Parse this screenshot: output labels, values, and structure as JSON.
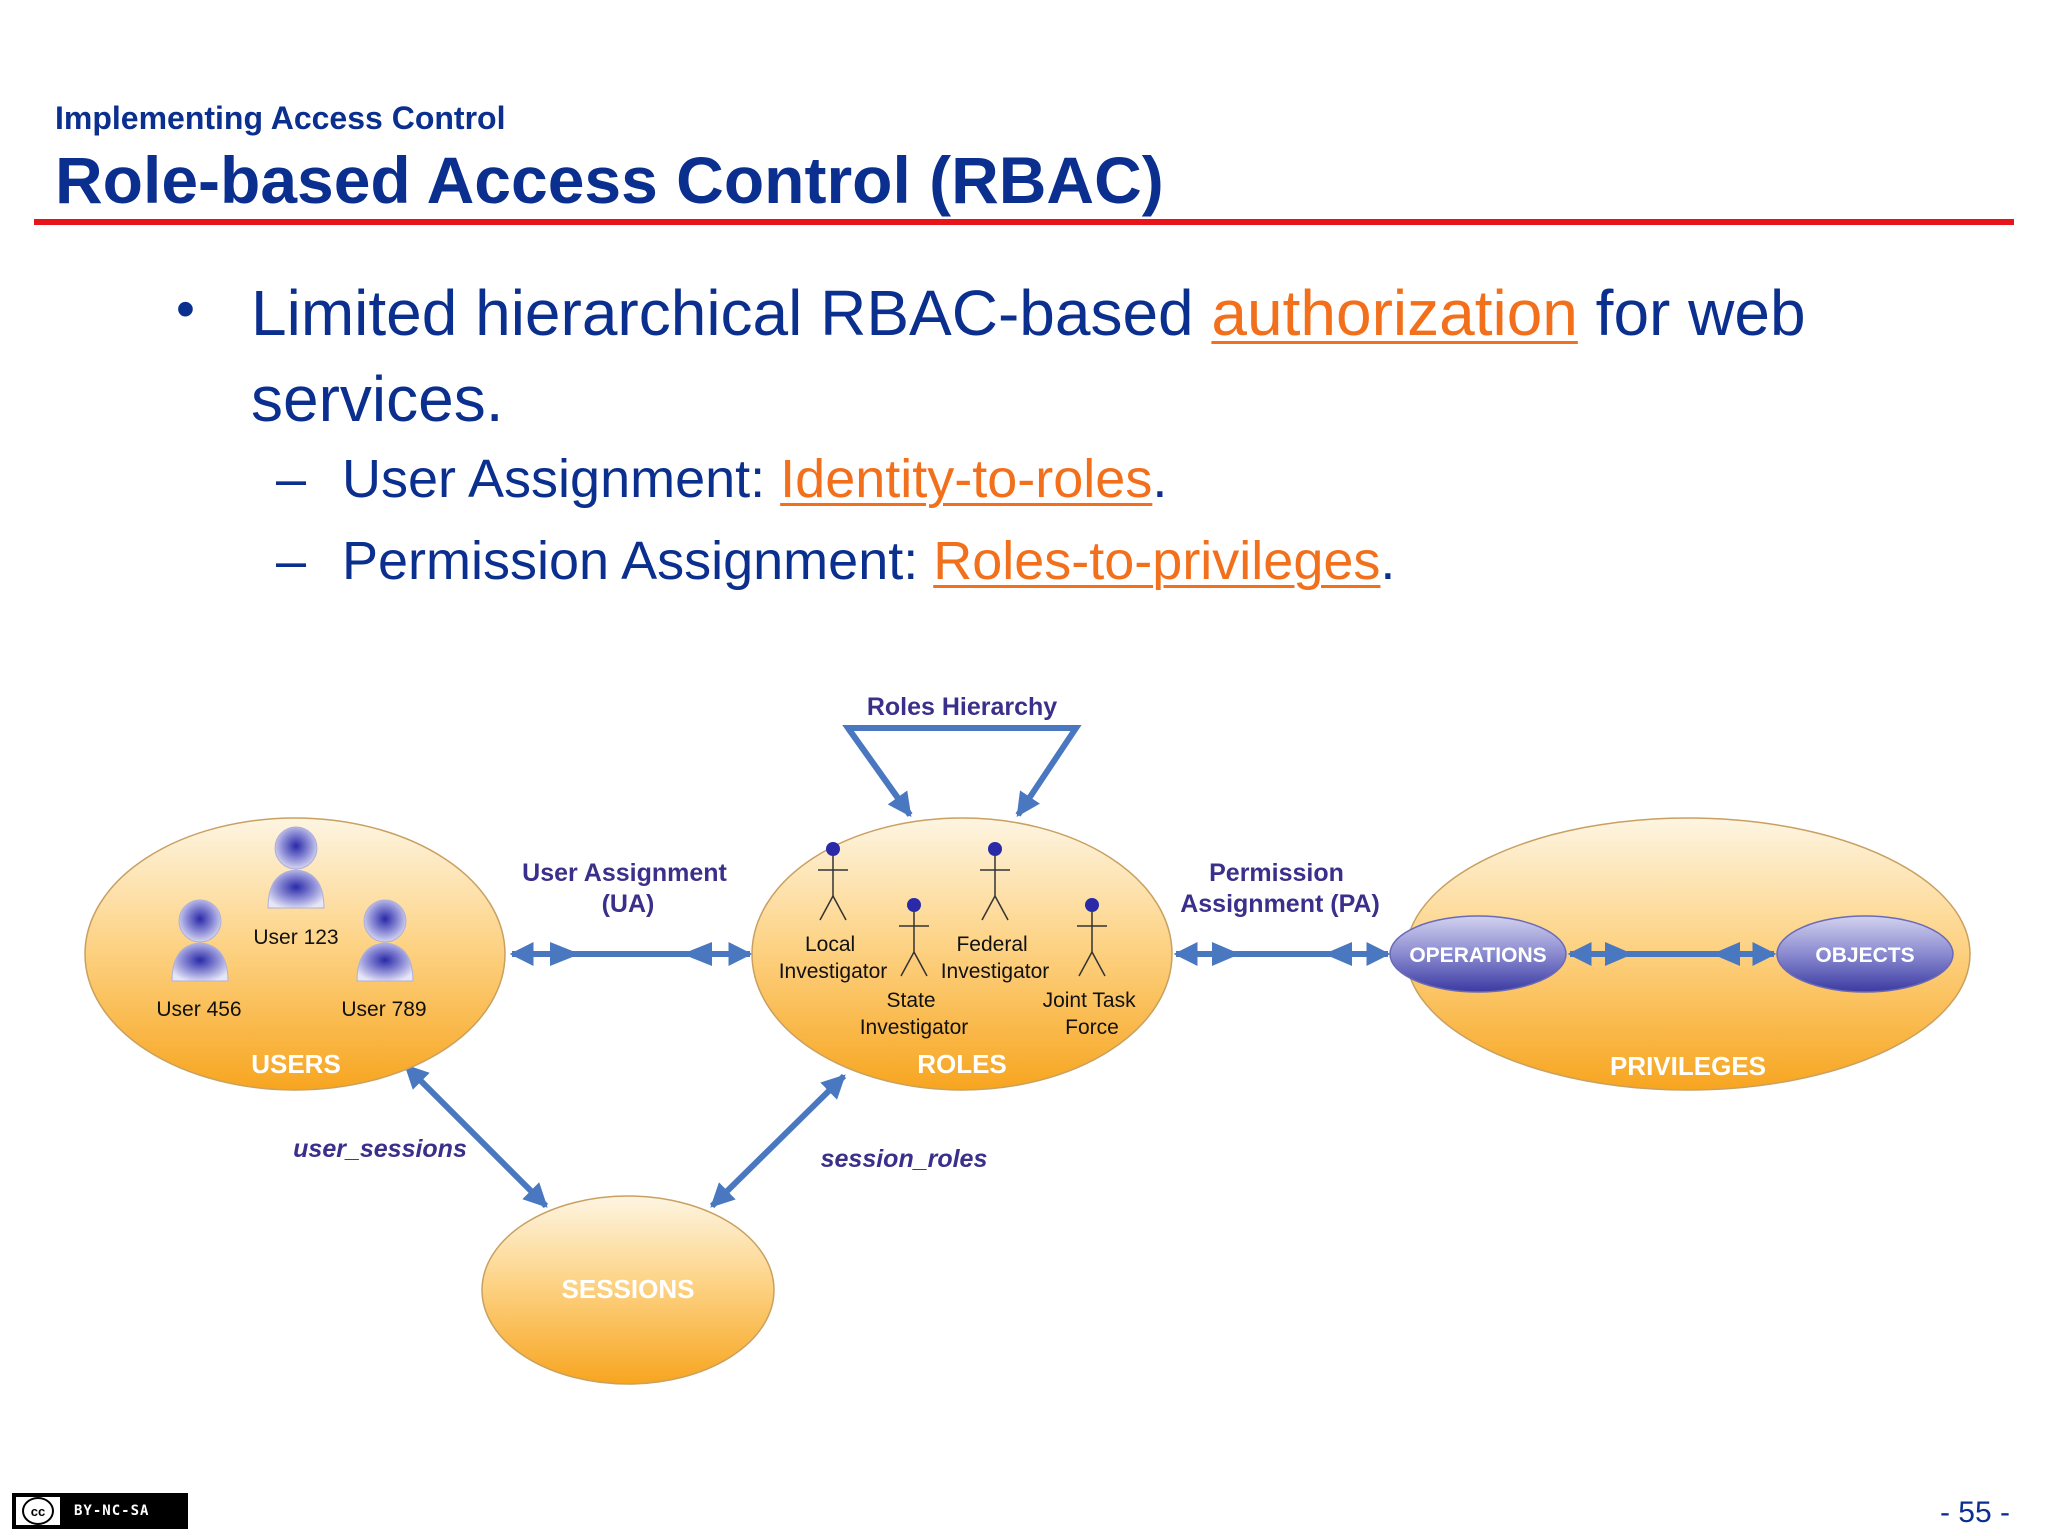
{
  "header": {
    "subtitle": "Implementing Access Control",
    "title": "Role-based Access Control (RBAC)"
  },
  "bullet": {
    "mark": "•",
    "text_before": "Limited hierarchical RBAC-based ",
    "link": "authorization",
    "text_after": " for web services."
  },
  "subitems": [
    {
      "dash": "–",
      "label": "User Assignment: ",
      "link": "Identity-to-roles",
      "end": "."
    },
    {
      "dash": "–",
      "label": "Permission Assignment: ",
      "link": "Roles-to-privileges",
      "end": "."
    }
  ],
  "diagram": {
    "roles_hierarchy": "Roles Hierarchy",
    "ua_label": [
      "User Assignment",
      "(UA)"
    ],
    "pa_label": [
      "Permission",
      "Assignment (PA)"
    ],
    "user_sessions": "user_sessions",
    "session_roles": "session_roles",
    "users": {
      "label": "USERS",
      "members": [
        "User 123",
        "User 456",
        "User 789"
      ]
    },
    "roles": {
      "label": "ROLES",
      "members": [
        [
          "Local",
          "Investigator"
        ],
        [
          "Federal",
          "Investigator"
        ],
        [
          "State",
          "Investigator"
        ],
        [
          "Joint Task",
          "Force"
        ]
      ]
    },
    "privileges": {
      "label": "PRIVILEGES",
      "operations": "OPERATIONS",
      "objects": "OBJECTS"
    },
    "sessions": {
      "label": "SESSIONS"
    }
  },
  "footer": {
    "license": "BY-NC-SA",
    "cc": "cc",
    "page": "- 55 -"
  },
  "colors": {
    "title_blue": "#0b2f8f",
    "link_orange": "#f2701b",
    "rule_red": "#e8141c",
    "arrow_blue": "#4a78c0",
    "diagram_text": "#3a2f8a"
  }
}
